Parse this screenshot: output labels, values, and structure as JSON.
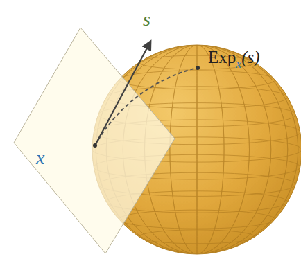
{
  "diagram": {
    "labels": [
      "s",
      "x",
      "Exp",
      "x",
      "(s)"
    ]
  }
}
